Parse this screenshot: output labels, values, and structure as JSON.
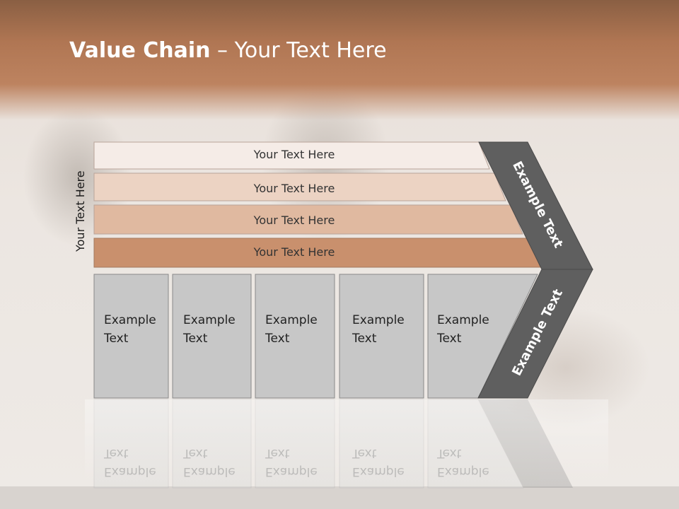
{
  "title": {
    "bold": "Value Chain",
    "rest": " – Your Text Here"
  },
  "vertical_label": "Your Text Here",
  "rows": [
    {
      "label": "Your Text Here",
      "color": "#f5ece7"
    },
    {
      "label": "Your Text Here",
      "color": "#ecd3c3"
    },
    {
      "label": "Your Text Here",
      "color": "#e0b9a0"
    },
    {
      "label": "Your Text Here",
      "color": "#c9906d"
    }
  ],
  "columns": [
    {
      "line1": "Example",
      "line2": "Text"
    },
    {
      "line1": "Example",
      "line2": "Text"
    },
    {
      "line1": "Example",
      "line2": "Text"
    },
    {
      "line1": "Example",
      "line2": "Text"
    },
    {
      "line1": "Example",
      "line2": "Text"
    }
  ],
  "chevron_top": "Example Text",
  "chevron_bottom": "Example Text",
  "colors": {
    "chevron": "#5f5f5f",
    "column_fill": "#c7c7c7",
    "column_stroke": "#8a8a8a"
  }
}
